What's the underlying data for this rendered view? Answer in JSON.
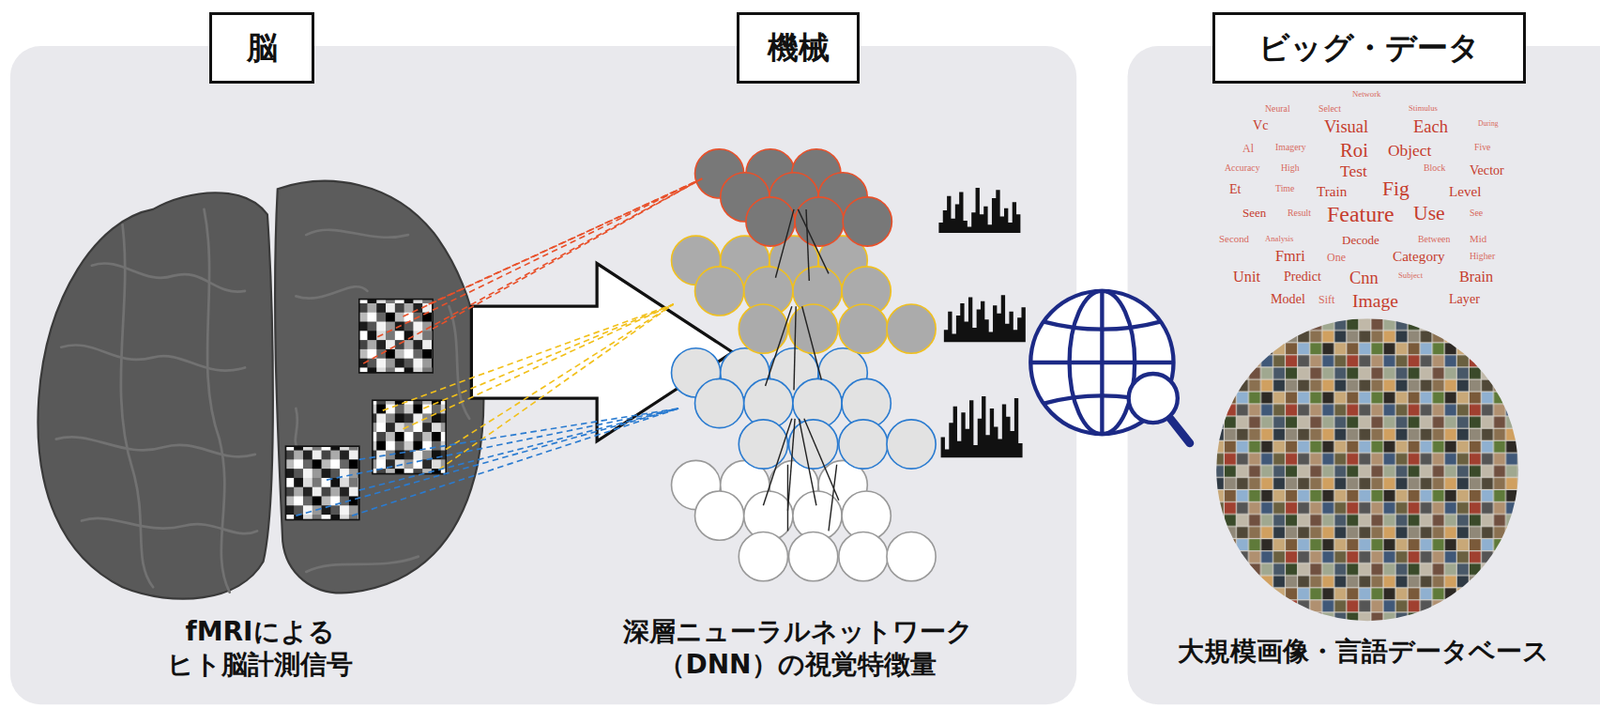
{
  "diagram": {
    "nodes": [
      {
        "text": [
          "脳"
        ]
      },
      {
        "text": [
          "機械"
        ]
      },
      {
        "text": [
          "ビッグ・データ"
        ]
      }
    ],
    "labels": [
      "fMRIによる ヒト脳計測信号",
      "深層ニューラルネットワーク （DNN）の視覚特徴量",
      "大規模画像・言語データベース",
      "Network",
      "Neural",
      "Select",
      "Stimulus",
      "Vc",
      "Visual",
      "Each",
      "During",
      "Al",
      "Imagery",
      "Roi",
      "Object",
      "Five",
      "Accuracy",
      "High",
      "Test",
      "Block",
      "Vector",
      "Et",
      "Time",
      "Train",
      "Fig",
      "Level",
      "Seen",
      "Result",
      "Feature",
      "Use",
      "See",
      "Second",
      "Analysis",
      "Decode",
      "Between",
      "Mid",
      "Fmri",
      "One",
      "Category",
      "Higher",
      "Unit",
      "Predict",
      "Cnn",
      "Subject",
      "Brain",
      "Model",
      "Sift",
      "Image",
      "Layer"
    ]
  }
}
